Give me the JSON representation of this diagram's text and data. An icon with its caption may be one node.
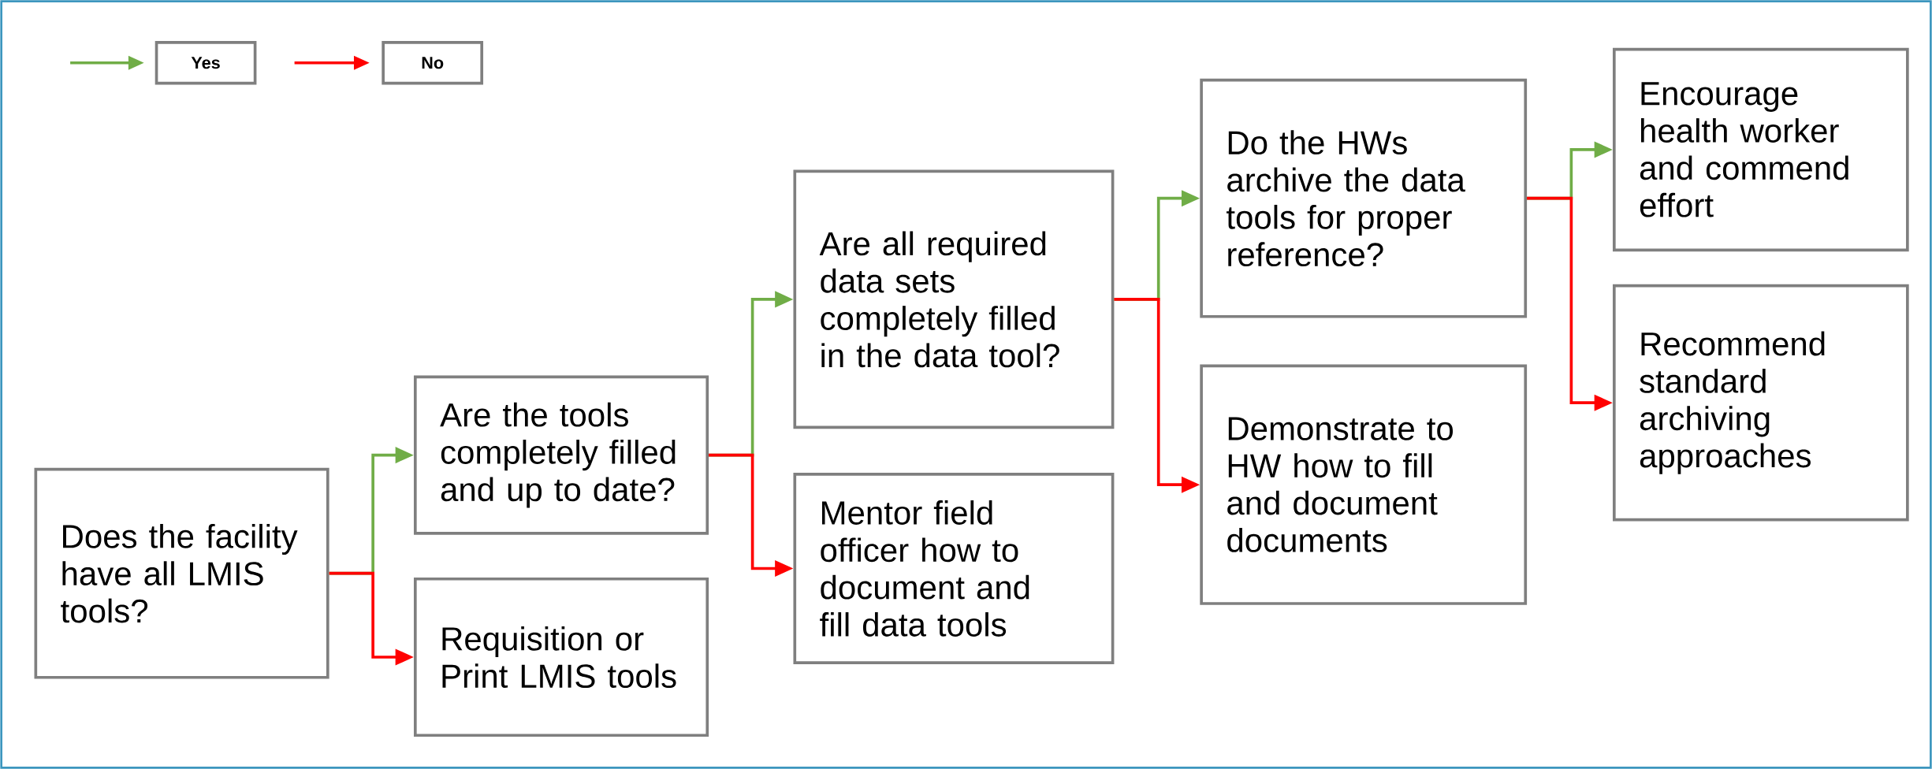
{
  "diagram": {
    "nodes": [
      {
        "text": [
          "Does the facility have all LMIS tools?"
        ]
      },
      {
        "text": [
          "Are the tools completely filled and up to date?"
        ]
      },
      {
        "text": [
          "Requisition or Print LMIS tools"
        ]
      },
      {
        "text": [
          "Are all required data sets completely filled in the data tool?"
        ]
      },
      {
        "text": [
          "Mentor field officer how to document and fill data tools"
        ]
      },
      {
        "text": [
          "Do the HWs archive the data tools for proper reference?"
        ]
      },
      {
        "text": [
          "Demonstrate to HW how to fill and document documents"
        ]
      },
      {
        "text": [
          "Encourage health worker and commend effort"
        ]
      },
      {
        "text": [
          "Recommend standard archiving approaches"
        ]
      }
    ],
    "edges": [
      {
        "from": 0,
        "to": 1,
        "arrow": "to",
        "color": "#70ad47"
      },
      {
        "from": 0,
        "to": 2,
        "arrow": "to",
        "color": "#ff0000"
      },
      {
        "from": 1,
        "to": 3,
        "arrow": "to",
        "color": "#70ad47"
      },
      {
        "from": 1,
        "to": 4,
        "arrow": "to",
        "color": "#ff0000"
      },
      {
        "from": 3,
        "to": 5,
        "arrow": "to",
        "color": "#70ad47"
      },
      {
        "from": 3,
        "to": 6,
        "arrow": "to",
        "color": "#ff0000"
      },
      {
        "from": 5,
        "to": 7,
        "arrow": "to",
        "color": "#70ad47"
      },
      {
        "from": 5,
        "to": 8,
        "arrow": "to",
        "color": "#ff0000"
      }
    ],
    "legend": [
      {
        "text": "Yes"
      },
      {
        "text": "No"
      }
    ]
  }
}
